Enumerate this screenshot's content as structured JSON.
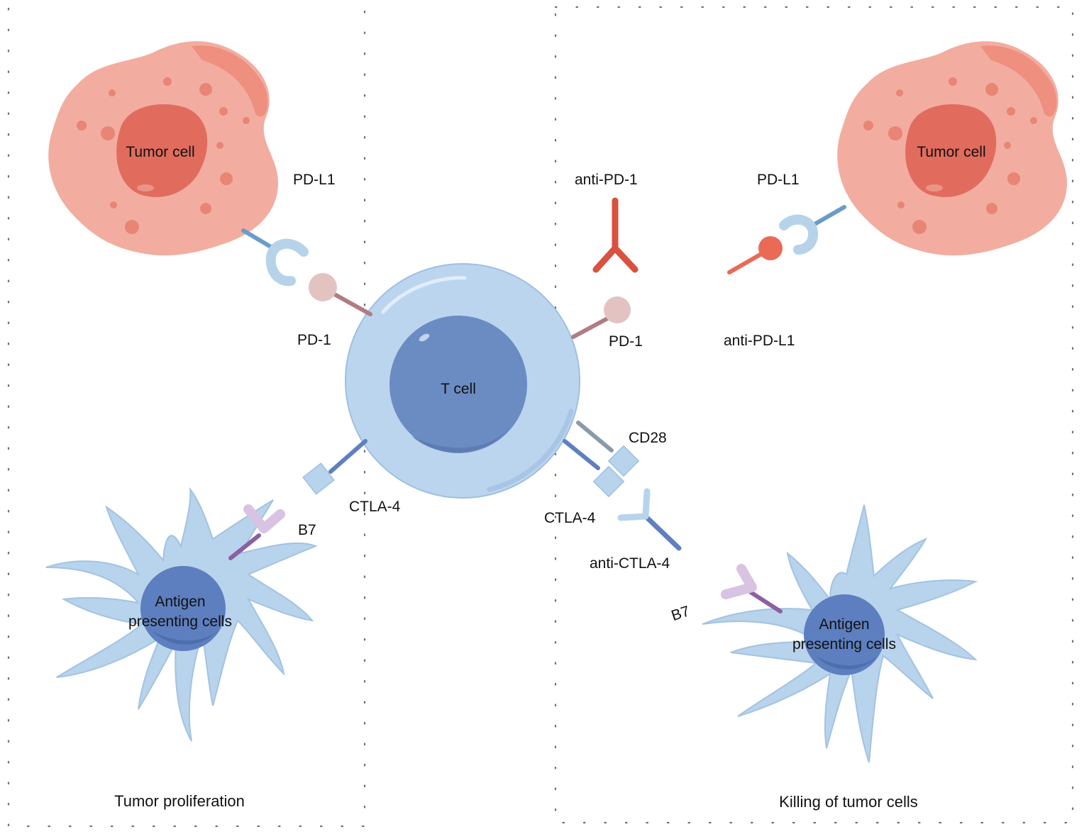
{
  "labels": {
    "tumor_cell_left": "Tumor cell",
    "tumor_cell_right": "Tumor cell",
    "t_cell": "T cell",
    "apc_left_line1": "Antigen",
    "apc_left_line2": "presenting cells",
    "apc_right_line1": "Antigen",
    "apc_right_line2": "presenting cells",
    "pd_l1_left": "PD-L1",
    "pd_1_left": "PD-1",
    "ctla4_left": "CTLA-4",
    "b7_left": "B7",
    "anti_pd1": "anti-PD-1",
    "pd_l1_right": "PD-L1",
    "pd_1_right": "PD-1",
    "anti_pd_l1": "anti-PD-L1",
    "cd28": "CD28",
    "ctla4_right": "CTLA-4",
    "anti_ctla4": "anti-CTLA-4",
    "b7_right": "B7"
  },
  "captions": {
    "left": "Tumor proliferation",
    "right": "Killing of tumor cells"
  },
  "colors": {
    "tumor_body": "#f2ada0",
    "tumor_edge": "#ee8a79",
    "tumor_nucleus": "#e16c5e",
    "tcell_body": "#bcd5ef",
    "tcell_nucleus": "#6b8cc3",
    "apc_body": "#b8d3ec",
    "apc_nucleus": "#5d7fc0",
    "pd_l1": "#b6d3ea",
    "pd_l1_stem": "#6a9cc6",
    "pd_1_head": "#e3c2c2",
    "pd_1_stem": "#b07d84",
    "ctla4_box": "#b8d4ec",
    "ctla4_stem": "#5f7fbf",
    "cd28_stem": "#8a9aa8",
    "b7": "#d9c3e2",
    "b7_stem": "#8b60a3",
    "anti_pd1": "#d9513f",
    "anti_pd_l1": "#ea6a55",
    "anti_ctla4_stem": "#5f7fbf",
    "anti_ctla4_arms": "#b8d4ec",
    "border_dots": "#777777"
  }
}
